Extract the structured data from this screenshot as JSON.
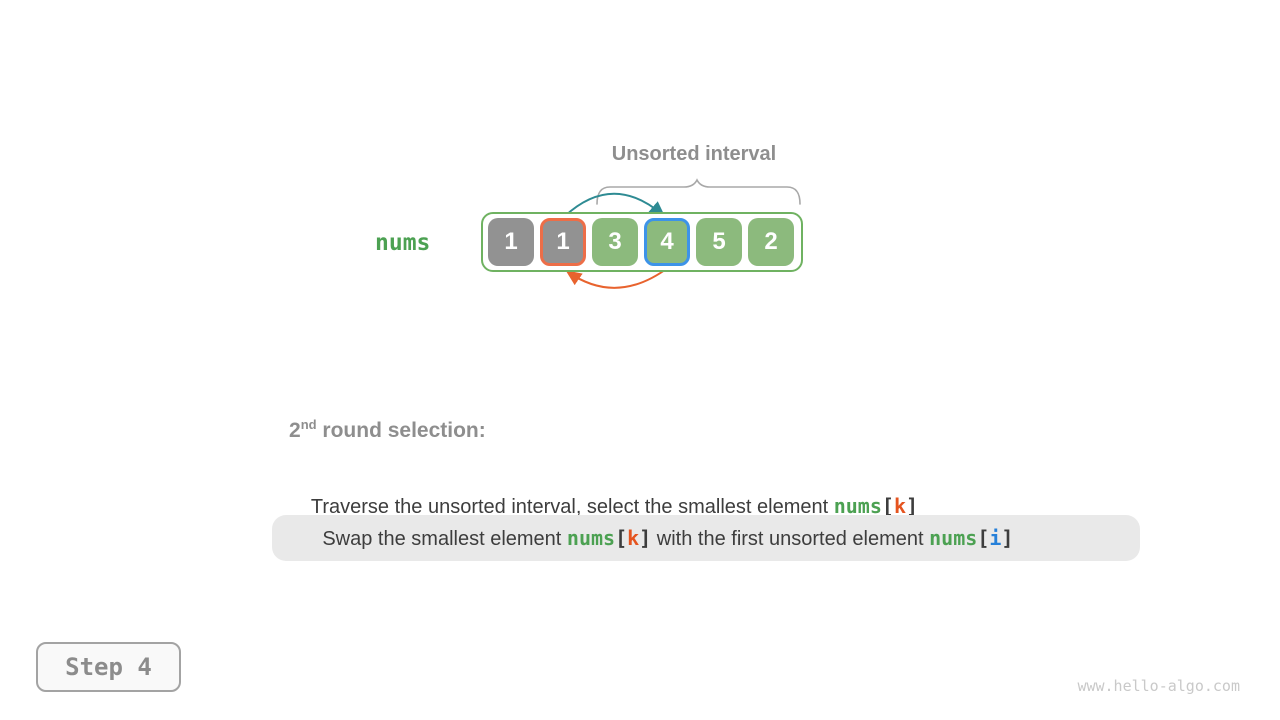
{
  "diagram": {
    "interval_label": "Unsorted interval",
    "array_label": "nums",
    "cells": [
      {
        "value": "1",
        "fill": "gray",
        "border": "none"
      },
      {
        "value": "1",
        "fill": "gray",
        "border": "orange"
      },
      {
        "value": "3",
        "fill": "green",
        "border": "none"
      },
      {
        "value": "4",
        "fill": "green",
        "border": "blue"
      },
      {
        "value": "5",
        "fill": "green",
        "border": "none"
      },
      {
        "value": "2",
        "fill": "green",
        "border": "none"
      }
    ],
    "arrows": [
      {
        "name": "swap-forward-arrow",
        "color": "teal",
        "from_cell": 1,
        "to_cell": 3
      },
      {
        "name": "swap-back-arrow",
        "color": "orange",
        "from_cell": 3,
        "to_cell": 1
      }
    ]
  },
  "caption": {
    "heading": {
      "num": "2",
      "sup": "nd",
      "rest": " round selection:"
    },
    "line1": {
      "text": "Traverse the unsorted interval, select the smallest element ",
      "code": {
        "name": "nums",
        "open": "[",
        "index": "k",
        "close": "]"
      }
    },
    "line2": {
      "text_a": "Swap the smallest element ",
      "code_a": {
        "name": "nums",
        "open": "[",
        "index": "k",
        "close": "]"
      },
      "text_b": " with the first unsorted element ",
      "code_b": {
        "name": "nums",
        "open": "[",
        "index": "i",
        "close": "]"
      }
    }
  },
  "step_label": "Step 4",
  "watermark": "www.hello-algo.com",
  "colors": {
    "cell_green": "#8cba7d",
    "cell_gray": "#929292",
    "container_green": "#6fb261",
    "sel_orange": "#ed6e48",
    "sel_blue": "#3d93e8",
    "arrow_teal": "#2e8b93",
    "arrow_orange": "#e8632e",
    "brace_gray": "#a8a8a8",
    "heading_gray": "#8e8e8e",
    "body_dark": "#3d3d3d",
    "code_green": "#4ca152",
    "code_orange": "#e5541f",
    "code_blue": "#2680d9",
    "highlight_bg": "#e9e9e9",
    "step_gray": "#8c8c8c",
    "watermark_gray": "#c9c9c9"
  }
}
